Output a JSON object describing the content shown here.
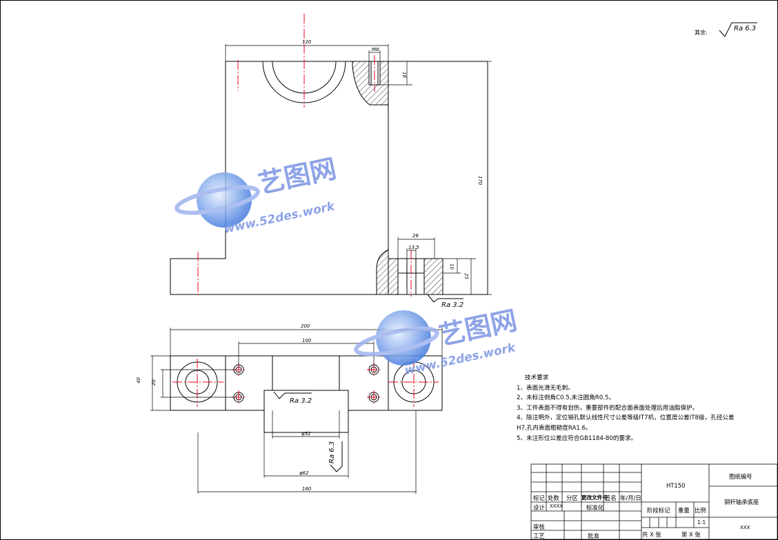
{
  "surface_note": {
    "label": "其余:",
    "ra": "Ra 6.3"
  },
  "dimensions": {
    "d120": "120",
    "dM8": "M8",
    "d16": "16",
    "d170": "170",
    "d26": "26",
    "d13_5": "13.5",
    "d10": "10",
    "d25": "25",
    "d200": "200",
    "d100": "100",
    "d40": "40",
    "d20": "20",
    "d52": "φ52",
    "d62": "φ62",
    "d160": "160"
  },
  "roughness": {
    "r1": "Ra 3.2",
    "r2": "Ra 3.2",
    "r3": "Ra 6.3"
  },
  "watermark": {
    "brand": "艺图网",
    "url": "www.52des.work"
  },
  "notes": {
    "title": "技术要求",
    "items": [
      "1、表面光滑无毛刺。",
      "2、未标注倒角C0.5,未注圆角R0.5。",
      "3、工件表面不得有划伤，重要部件的配合面表面处理后用油脂保护。",
      "4、除注明外，定位销孔默认线性尺寸公差等级IT7机，位置度公差IT8级，孔径公差",
      "H7,孔内表面粗糙度RA1.6。",
      "5、未注形位公差应符合GB1184-80的要求。"
    ]
  },
  "title_block": {
    "material": "HT150",
    "drawing_no_label": "图纸编号",
    "part_name": "钢杆轴承底座",
    "company": "XXX",
    "row_labels": [
      "标记",
      "处数",
      "分区",
      "更改文件号",
      "签名",
      "年/月/日"
    ],
    "design": "设计",
    "design_name": "XXXX",
    "standardize": "标准化",
    "review": "审核",
    "process": "工艺",
    "approve": "批准",
    "stage": "阶段标记",
    "weight": "重量",
    "scale_label": "比例",
    "scale": "1:1",
    "sheets": "共  X  张",
    "sheet_no": "第  X  张"
  }
}
